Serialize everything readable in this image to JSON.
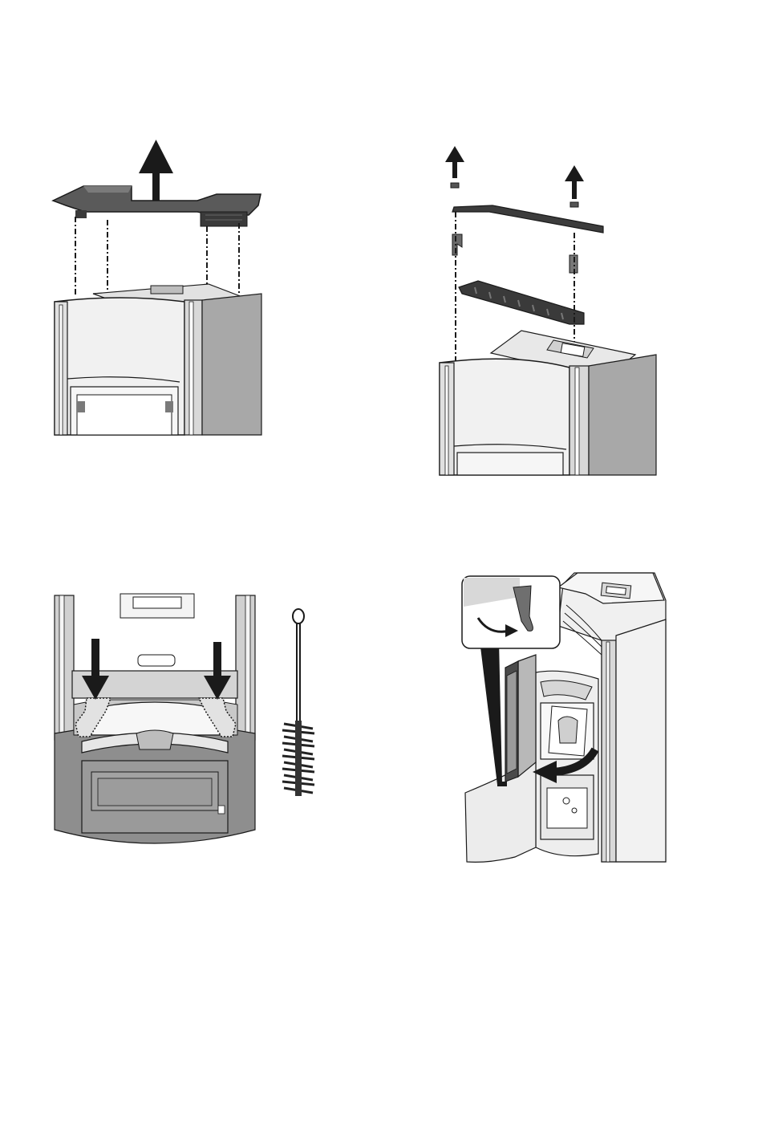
{
  "page": {
    "kind": "stove-maintenance-illustrations",
    "figures": [
      {
        "id": "fig-top-cover",
        "icon": "lift-arrow-icon"
      },
      {
        "id": "fig-top-bracket",
        "icon": "lift-arrow-icon"
      },
      {
        "id": "fig-brush-clean",
        "icon": "down-arrow-icon"
      },
      {
        "id": "fig-door-open",
        "icon": "curved-arrow-icon"
      }
    ]
  },
  "colors": {
    "line": "#1a1a1a",
    "panel_light": "#ececec",
    "panel_mid": "#bdbdbd",
    "panel_dark": "#8a8a8a",
    "part_dark": "#4a4a4a"
  }
}
